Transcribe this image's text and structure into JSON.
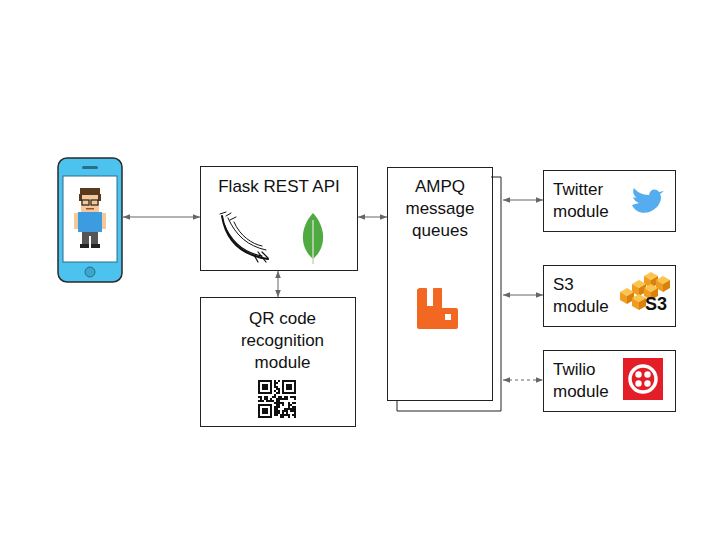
{
  "diagram": {
    "nodes": [
      {
        "text": [
          "Flask REST API"
        ]
      },
      {
        "text": [
          "QR code recognition module"
        ]
      },
      {
        "text": [
          "AMPQ message queues"
        ]
      },
      {
        "text": [
          "Twitter module"
        ]
      },
      {
        "text": [
          "S3 module",
          "S3"
        ]
      },
      {
        "text": [
          "Twilio module"
        ]
      }
    ],
    "edges": [
      {
        "from": 0,
        "to": 1,
        "arrow": "both"
      },
      {
        "from": 0,
        "to": 2,
        "arrow": "both"
      },
      {
        "from": 2,
        "to": 3,
        "arrow": "both"
      },
      {
        "from": 2,
        "to": 4,
        "arrow": "both"
      },
      {
        "from": 2,
        "to": 5,
        "arrow": "both"
      }
    ]
  }
}
